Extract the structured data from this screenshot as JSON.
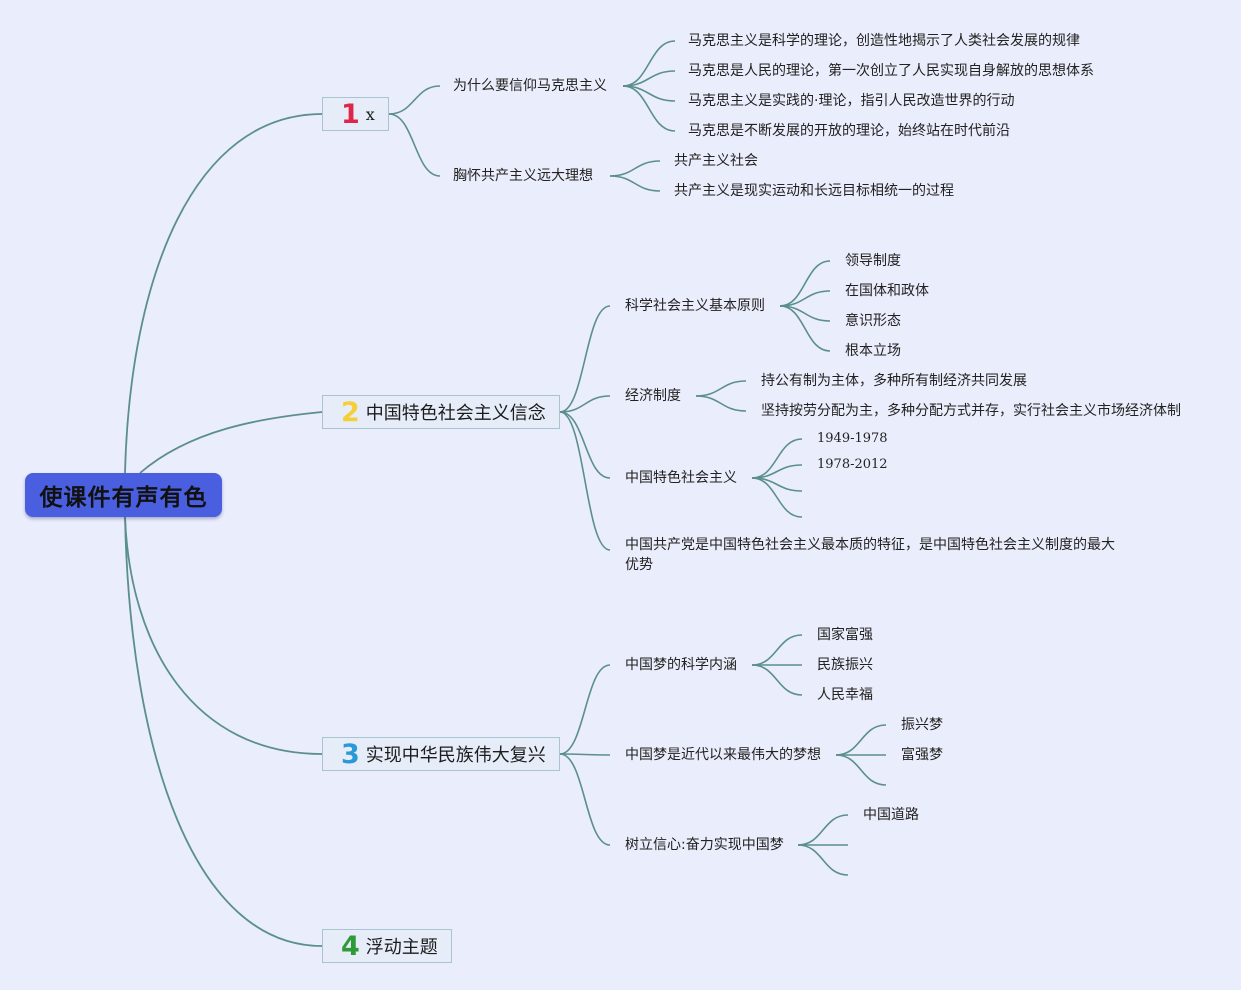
{
  "root": {
    "title": "使课件有声有色"
  },
  "colors": {
    "line": "#5a8f8c",
    "root_bg": "#4a5fe0",
    "background": "#eaedfb"
  },
  "branches": [
    {
      "number": "1",
      "number_color": "#e0254b",
      "title": "x",
      "children": [
        {
          "label": "为什么要信仰马克思主义",
          "children": [
            "马克思主义是科学的理论，创造性地揭示了人类社会发展的规律",
            "马克思是人民的理论，第一次创立了人民实现自身解放的思想体系",
            "马克思主义是实践的·理论，指引人民改造世界的行动",
            "马克思是不断发展的开放的理论，始终站在时代前沿"
          ]
        },
        {
          "label": "胸怀共产主义远大理想",
          "children": [
            "共产主义社会",
            "共产主义是现实运动和长远目标相统一的过程"
          ]
        }
      ]
    },
    {
      "number": "2",
      "number_color": "#f5cf3a",
      "title": "中国特色社会主义信念",
      "children": [
        {
          "label": "科学社会主义基本原则",
          "children": [
            "领导制度",
            "在国体和政体",
            "意识形态",
            "根本立场"
          ]
        },
        {
          "label": "经济制度",
          "children": [
            "持公有制为主体，多种所有制经济共同发展",
            "坚持按劳分配为主，多种分配方式并存，实行社会主义市场经济体制"
          ]
        },
        {
          "label": "中国特色社会主义",
          "children": [
            "1949-1978",
            "1978-2012",
            "",
            ""
          ]
        },
        {
          "label": "中国共产党是中国特色社会主义最本质的特征，是中国特色社会主义制度的最大优势",
          "children": []
        }
      ]
    },
    {
      "number": "3",
      "number_color": "#2a9ad6",
      "title": "实现中华民族伟大复兴",
      "children": [
        {
          "label": "中国梦的科学内涵",
          "children": [
            "国家富强",
            "民族振兴",
            "人民幸福"
          ]
        },
        {
          "label": "中国梦是近代以来最伟大的梦想",
          "children": [
            "振兴梦",
            "富强梦",
            ""
          ]
        },
        {
          "label": "树立信心:奋力实现中国梦",
          "children": [
            "中国道路",
            "",
            ""
          ]
        }
      ]
    },
    {
      "number": "4",
      "number_color": "#2f9a3a",
      "title": "浮动主题",
      "children": []
    }
  ]
}
